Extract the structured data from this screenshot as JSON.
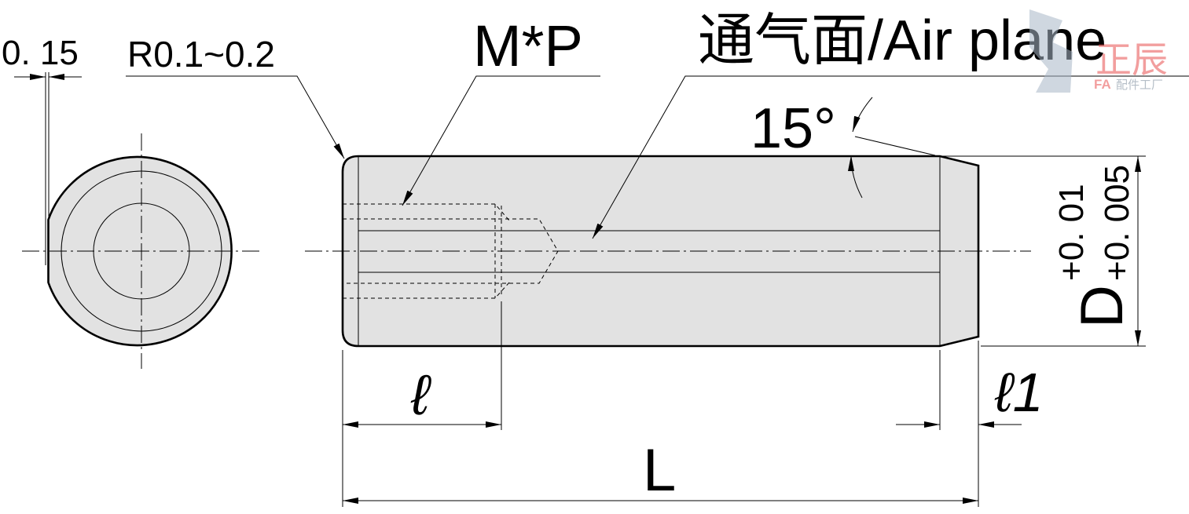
{
  "labels": {
    "flat_width": "0. 15",
    "corner_radius": "R0.1~0.2",
    "thread": "M*P",
    "air_plane": "通气面/Air plane",
    "taper_angle": "15°",
    "thread_depth": "ℓ",
    "taper_length": "ℓ1",
    "length": "L",
    "diameter": "D",
    "tol_upper": "+0. 01",
    "tol_lower": "+0. 005"
  },
  "watermark": {
    "brand_cn": "正辰",
    "brand_fa": "FA",
    "brand_sub": "配件工厂",
    "accent_color": "#e8504f",
    "logo_color": "#a9b8c8"
  },
  "colors": {
    "part_fill": "#e2e2e2",
    "line": "#000000"
  }
}
